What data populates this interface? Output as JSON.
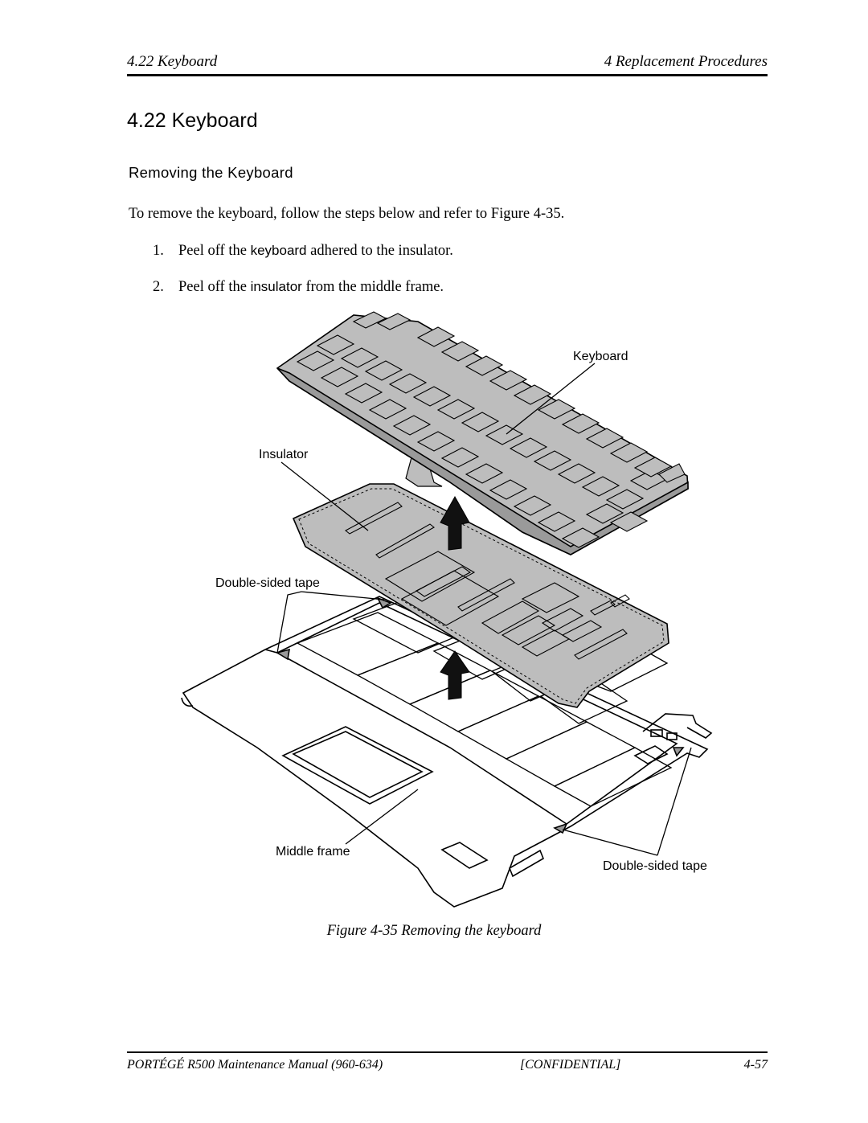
{
  "header": {
    "left": "4.22  Keyboard",
    "right": "4 Replacement Procedures"
  },
  "title": "4.22  Keyboard",
  "subtitle": "Removing the Keyboard",
  "intro": "To remove the keyboard, follow the steps below and refer to Figure 4-35.",
  "steps": [
    {
      "num": "1.",
      "before": "Peel off the ",
      "term": "keyboard",
      "after": " adhered to the insulator."
    },
    {
      "num": "2.",
      "before": "Peel off the ",
      "term": "insulator",
      "after": " from the middle frame."
    }
  ],
  "figure": {
    "labels": {
      "keyboard": "Keyboard",
      "insulator": "Insulator",
      "tape_top": "Double-sided tape",
      "middle_frame": "Middle frame",
      "tape_bottom": "Double-sided tape"
    },
    "caption": "Figure 4-35 Removing the keyboard"
  },
  "footer": {
    "left": "PORTÉGÉ R500 Maintenance Manual (960-634)",
    "center": "[CONFIDENTIAL]",
    "right": "4-57"
  }
}
